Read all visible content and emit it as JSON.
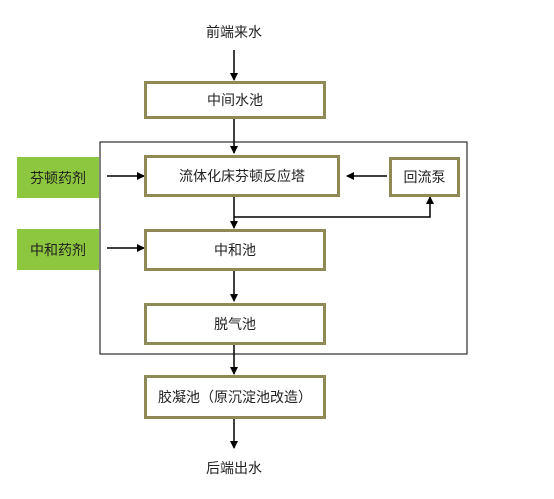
{
  "diagram": {
    "inflow_label": "前端来水",
    "outflow_label": "后端出水",
    "nodes": {
      "intermediate_tank": "中间水池",
      "fenton_reactor": "流体化床芬顿反应塔",
      "reflux_pump": "回流泵",
      "neutralization_tank": "中和池",
      "degassing_tank": "脱气池",
      "coagulation_tank": "胶凝池（原沉淀池改造）"
    },
    "reagents": {
      "fenton_reagent": "芬顿药剂",
      "neutralizing_agent": "中和药剂"
    },
    "colors": {
      "box_border": "#8f8a55",
      "reagent_fill": "#8dc63f",
      "line": "#000000"
    }
  }
}
